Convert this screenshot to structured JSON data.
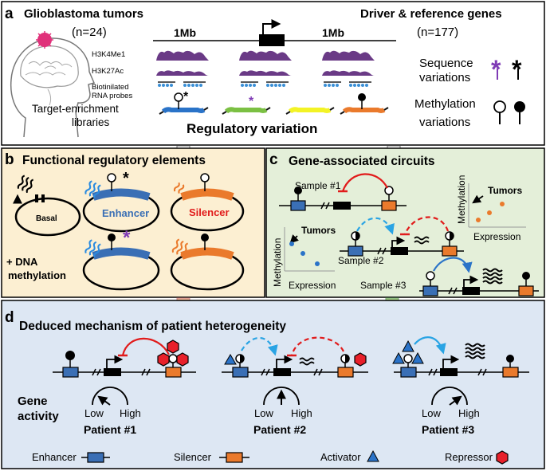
{
  "panel_a": {
    "letter": "a",
    "tumors_title": "Glioblastoma tumors",
    "tumors_n": "(n=24)",
    "genes_title": "Driver & reference genes",
    "genes_n": "(n=177)",
    "scale_left": "1Mb",
    "scale_right": "1Mb",
    "track_h3k4me1": "H3K4Me1",
    "track_h3k27ac": "H3K27Ac",
    "track_probes_1": "Biotinilated",
    "track_probes_2": "RNA probes",
    "libraries_1": "Target-enrichment",
    "libraries_2": "libraries",
    "regulatory_variation": "Regulatory variation",
    "sequence_variations_1": "Sequence",
    "sequence_variations_2": "variations",
    "methylation_variations_1": "Methylation",
    "methylation_variations_2": "variations"
  },
  "panel_b": {
    "letter": "b",
    "title": "Functional regulatory elements",
    "basal": "Basal",
    "enhancer": "Enhancer",
    "silencer": "Silencer",
    "dna_methylation_1": "+ DNA",
    "dna_methylation_2": "methylation"
  },
  "panel_c": {
    "letter": "c",
    "title": "Gene-associated circuits",
    "sample1": "Sample #1",
    "sample2": "Sample #2",
    "sample3": "Sample #3",
    "plot_tumors_left": "Tumors",
    "plot_tumors_right": "Tumors",
    "methylation_label_left": "Methylation",
    "methylation_label_right": "Methylation",
    "expression_label_left": "Expression",
    "expression_label_right": "Expression"
  },
  "panel_d": {
    "letter": "d",
    "title": "Deduced mechanism of patient heterogeneity",
    "gene_1": "Gene",
    "gene_2": "activity",
    "patients": [
      {
        "name": "Patient #1",
        "low": "Low",
        "high": "High",
        "dial_level": 0.2
      },
      {
        "name": "Patient #2",
        "low": "Low",
        "high": "High",
        "dial_level": 0.5
      },
      {
        "name": "Patient #3",
        "low": "Low",
        "high": "High",
        "dial_level": 0.8
      }
    ],
    "legend": {
      "enhancer": "Enhancer",
      "silencer": "Silencer",
      "activator": "Activator",
      "repressor": "Repressor"
    }
  },
  "colors": {
    "enhancer_blue": "#3a6fb5",
    "silencer_orange": "#ea7a2c",
    "panel_b_bg": "#fcefd2",
    "panel_c_bg": "#e4efd9",
    "panel_d_bg": "#dde7f3",
    "peak_purple": "#6a3a86",
    "probe_blue": "#3a8fd6",
    "repressor_red": "#e8202a",
    "arc_red": "#e11b1b",
    "arc_cyan": "#2aa4e4",
    "seq_var_purple": "#7f3bb5"
  }
}
